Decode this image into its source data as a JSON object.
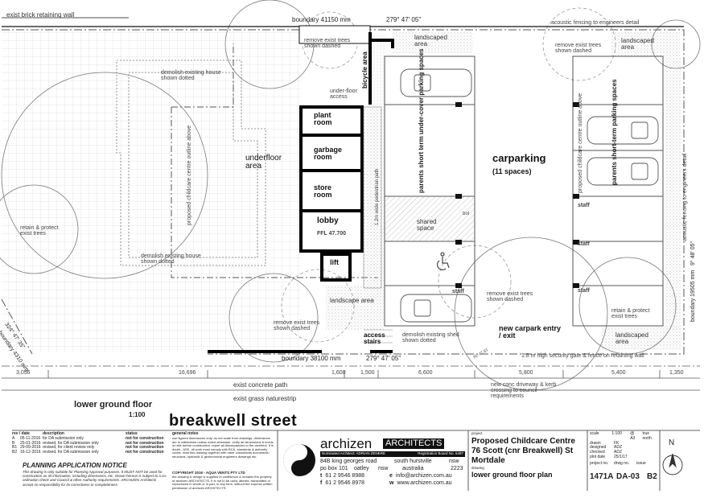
{
  "labels": {
    "retaining_wall": "exist brick retaining wall",
    "boundary_top": "boundary 41150 mm",
    "bearing_top": "279° 47' 05\"",
    "acoustic_fence": "acoustic fencing to engineers detail",
    "landscaped_area_1": "landscaped area",
    "landscaped_area_2": "landscaped area",
    "landscaped_area_3": "landscaped area",
    "landscape_area": "landscape area",
    "remove_trees_1": "remove exist trees shown dashed",
    "remove_trees_2": "remove exist trees shown dashed",
    "remove_trees_3": "remove exist trees shown dashed",
    "remove_trees_4": "remove exist trees shown dashed",
    "demolish_house": "demolish existing house shown dotted",
    "demolish_house_2": "demolish existing house shown dotted",
    "bicycle_area": "bicycle area",
    "underfloor_access": "under-floor access",
    "plant_room": "plant room",
    "garbage_room": "garbage room",
    "store_room": "store room",
    "lobby": "lobby",
    "ffl": "FFL 47.700",
    "lift": "lift",
    "underfloor_area": "underfloor area",
    "pedestrian_path": "1.2m wide pedestrian path",
    "centre_outline": "proposed childcare centre outline above",
    "centre_outline_2": "proposed childcare centre outline above",
    "parents_left": "parents short term under-cover parking spaces",
    "parents_right": "parents short-term parking spaces",
    "carparking": "carparking",
    "spaces": "(11 spaces)",
    "shared_space": "shared space",
    "bol": "bol",
    "staff_1": "staff",
    "staff_2": "staff",
    "staff_3": "staff",
    "staff_4": "staff",
    "retain_trees_left": "retain & protect exist trees",
    "retain_trees_right": "retain & protect exist trees",
    "boundary_left": "boundary 4310 mm",
    "bearing_left": "324° 47' 35\"",
    "boundary_right": "boundary 19505 mm",
    "bearing_right": "9° 48' 05\"",
    "boundary_bottom": "boundary 38100 mm",
    "bearing_bottom": "279° 47' 05\"",
    "access_stairs": "access stairs",
    "demolish_shed": "demolish existing shed shown dotted",
    "new_carpark": "new carpark entry / exit",
    "security_gate": "1.8 m high security gate & fence on retaining wall",
    "driveway": "new conc driveway & kerb crossing to council requirements",
    "concrete_path": "exist concrete path",
    "naturestrip": "exist grass naturestrip",
    "acoustic_side": "acoustic fencing to engineers detail",
    "rl": "RL 47.61"
  },
  "dimensions": [
    "3,056",
    "16,696",
    "1,600",
    "1,500",
    "6,600",
    "5,800",
    "5,400",
    "1,350"
  ],
  "floor_title": "lower ground floor",
  "scale_label": "1:100",
  "street_name": "breakwell street",
  "revisions": {
    "headers": [
      "rev / date",
      "description",
      "status"
    ],
    "rows": [
      [
        "A",
        "05-11-2016",
        "for DA submission only",
        "not for construction"
      ],
      [
        "B",
        "25-01-2016",
        "revised, for DA submission only",
        "not for construction"
      ],
      [
        "B1",
        "29-09-2016",
        "revised, for client review only",
        "not for construction"
      ],
      [
        "B2",
        "16-12-2016",
        "revised, for DA submission only",
        "not for construction"
      ]
    ]
  },
  "notice_title": "PLANNING APPLICATION NOTICE",
  "notice_text": "This drawing is only suitable for Planning Approval purposes. It MUST NOT be used for construction as all information, including dimensions, etc. shown hereon is subject to a co-ordination check and Council & other Authority requirements. ARCHIZEN Architects accept no responsibility for its correctness or completeness.",
  "general_notes_title": "general notes",
  "general_notes": "use figured dimensions only. do not scale from drawings. dimensions are in millimetres unless noted otherwise. verify all dimensions & levels on site before construction. report all discrepancies to the architect. if in doubt - ASK. all work must comply with BCA, standards & authority codes. read this drawing together with other consultants documents: structural, hydraulic & geotechnical engineers drawings etc.",
  "copyright_title": "COPYRIGHT 2016 - AQUA VENTS PTY LTD",
  "copyright_text": "the drawing & design is supplied in confidence & remains the property of archizen ARCHITECTS. It is not to be used, altered, transmitted or reproduced in whole or in part, in any form, without the express written permission of archizen ARCHITECTS.",
  "firm": {
    "name": "archizen",
    "suffix": "ARCHITECTS",
    "nominated": "Nominated Architect: ADRIAN ZENERE",
    "registration": "Registration Board No. 6487",
    "address_1": "84B king georges road",
    "suburb_1": "south hurstville",
    "state_1": "nsw",
    "address_2": "po box 101",
    "suburb_2": "oatley",
    "state_2": "nsw",
    "country": "australia",
    "postcode": "2223",
    "t_prefix": "t",
    "phone": "61 2 9546 8988",
    "f_prefix": "f",
    "fax": "61 2 9546 8978",
    "e_prefix": "e",
    "email": "info@archizen.com.au",
    "w_prefix": "w",
    "web": "www.archizen.com.au"
  },
  "project": {
    "label_project": "project",
    "name": "Proposed Childcare Centre",
    "address": "76 Scott (cnr Breakwell) St",
    "suburb": "Mortdale",
    "label_drawing": "drawing",
    "drawing": "lower ground floor plan"
  },
  "meta": {
    "scale_label": "scale",
    "scale": "1:100",
    "paper": "@ A3",
    "north_label": "true north",
    "drawn_label": "drawn",
    "drawn": "FK",
    "designed_label": "designed",
    "designed": "ADZ",
    "checked_label": "checked",
    "checked": "ADZ",
    "plot_label": "plot date",
    "plot": "25/1/17",
    "project_no_label": "project no.",
    "drawing_no_label": "drwg no.",
    "issue_label": "issue",
    "project_no": "1471A",
    "drawing_no": "DA-03",
    "issue": "B2",
    "north": "N"
  }
}
